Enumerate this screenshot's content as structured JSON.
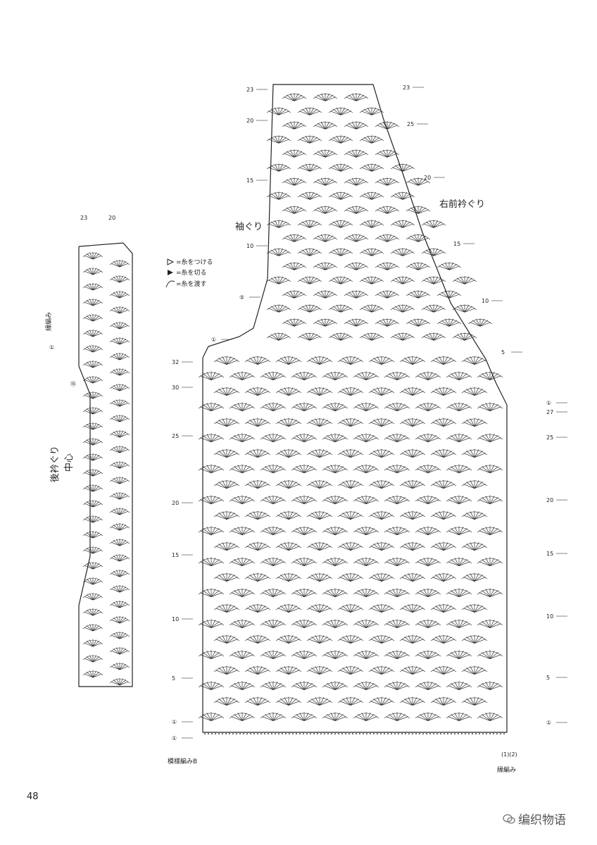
{
  "page_number": "48",
  "watermark": {
    "icon": "wechat-icon",
    "text": "编织物语"
  },
  "labels": {
    "armhole": "袖ぐり",
    "right_front_neck": "右前衿ぐり",
    "back_neck": "後衿ぐり",
    "center": "中心",
    "edging": "縁編み",
    "edging_bottom": "縁編み",
    "pattern_b": "模様編みB"
  },
  "legend": [
    {
      "symbol": "hollow-triangle-icon",
      "text": "=糸をつける"
    },
    {
      "symbol": "filled-triangle-icon",
      "text": "=糸を切る"
    },
    {
      "symbol": "curve-icon",
      "text": "=糸を渡す"
    }
  ],
  "row_numbers": {
    "main_left": [
      "32",
      "30",
      "25",
      "20",
      "15",
      "10",
      "5",
      "①",
      "①"
    ],
    "main_right": [
      "①",
      "27",
      "25",
      "20",
      "15",
      "10",
      "5",
      "①"
    ],
    "yoke_left": [
      "23",
      "20",
      "15",
      "10",
      "⑤",
      "①"
    ],
    "yoke_right": [
      "23",
      "25",
      "20",
      "15",
      "10",
      "5"
    ],
    "neck_top": [
      "23",
      "20"
    ],
    "neck_side": [
      "①",
      "⑮"
    ],
    "bottom_edge": "(1)(2)"
  }
}
